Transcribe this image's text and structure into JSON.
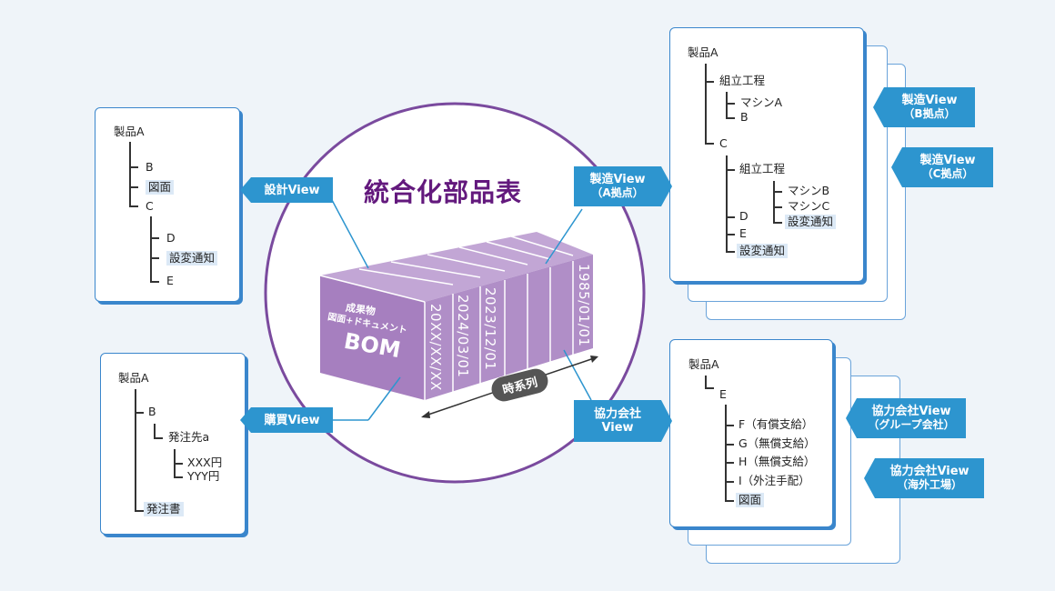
{
  "title": "統合化部品表",
  "colors": {
    "background": "#eff4f9",
    "accent_blue": "#2d95cf",
    "card_border": "#3a86cc",
    "purple_title": "#63197d",
    "circle_stroke": "#7a4a9e",
    "bom_front": "#a67fbf",
    "bom_top": "#c2a6d5",
    "highlight": "#dce9f6"
  },
  "bom": {
    "line1": "成果物",
    "line2": "図面+ドキュメント",
    "line3": "BOM",
    "dates": [
      "20XX/XX/XX",
      "2024/03/01",
      "2023/12/01",
      "",
      "",
      "",
      "1985/01/01"
    ],
    "timeline_label": "時系列"
  },
  "views": {
    "design": {
      "label": "設計View"
    },
    "purchase": {
      "label": "購買View"
    },
    "mfg_a": {
      "label": "製造View",
      "sub": "（A拠点）"
    },
    "mfg_b": {
      "label": "製造View",
      "sub": "（B拠点）"
    },
    "mfg_c": {
      "label": "製造View",
      "sub": "（C拠点）"
    },
    "partner": {
      "label": "協力会社",
      "sub": "View"
    },
    "partner_group": {
      "label": "協力会社View",
      "sub": "（グループ会社）"
    },
    "partner_overseas": {
      "label": "協力会社View",
      "sub": "（海外工場）"
    }
  },
  "design_tree": {
    "root": "製品A",
    "items": [
      "B",
      "図面",
      "C",
      "D",
      "設変通知",
      "E"
    ]
  },
  "purchase_tree": {
    "root": "製品A",
    "items": [
      "B",
      "発注先a",
      "XXX円",
      "YYY円",
      "発注書"
    ]
  },
  "mfg_tree": {
    "root": "製品A",
    "items": [
      "組立工程",
      "マシンA",
      "B",
      "C",
      "組立工程",
      "マシンB",
      "マシンC",
      "設変通知",
      "D",
      "E",
      "設変通知"
    ]
  },
  "partner_tree": {
    "root": "製品A",
    "items": [
      "E",
      "F（有償支給）",
      "G（無償支給）",
      "H（無償支給）",
      "I（外注手配）",
      "図面"
    ]
  }
}
